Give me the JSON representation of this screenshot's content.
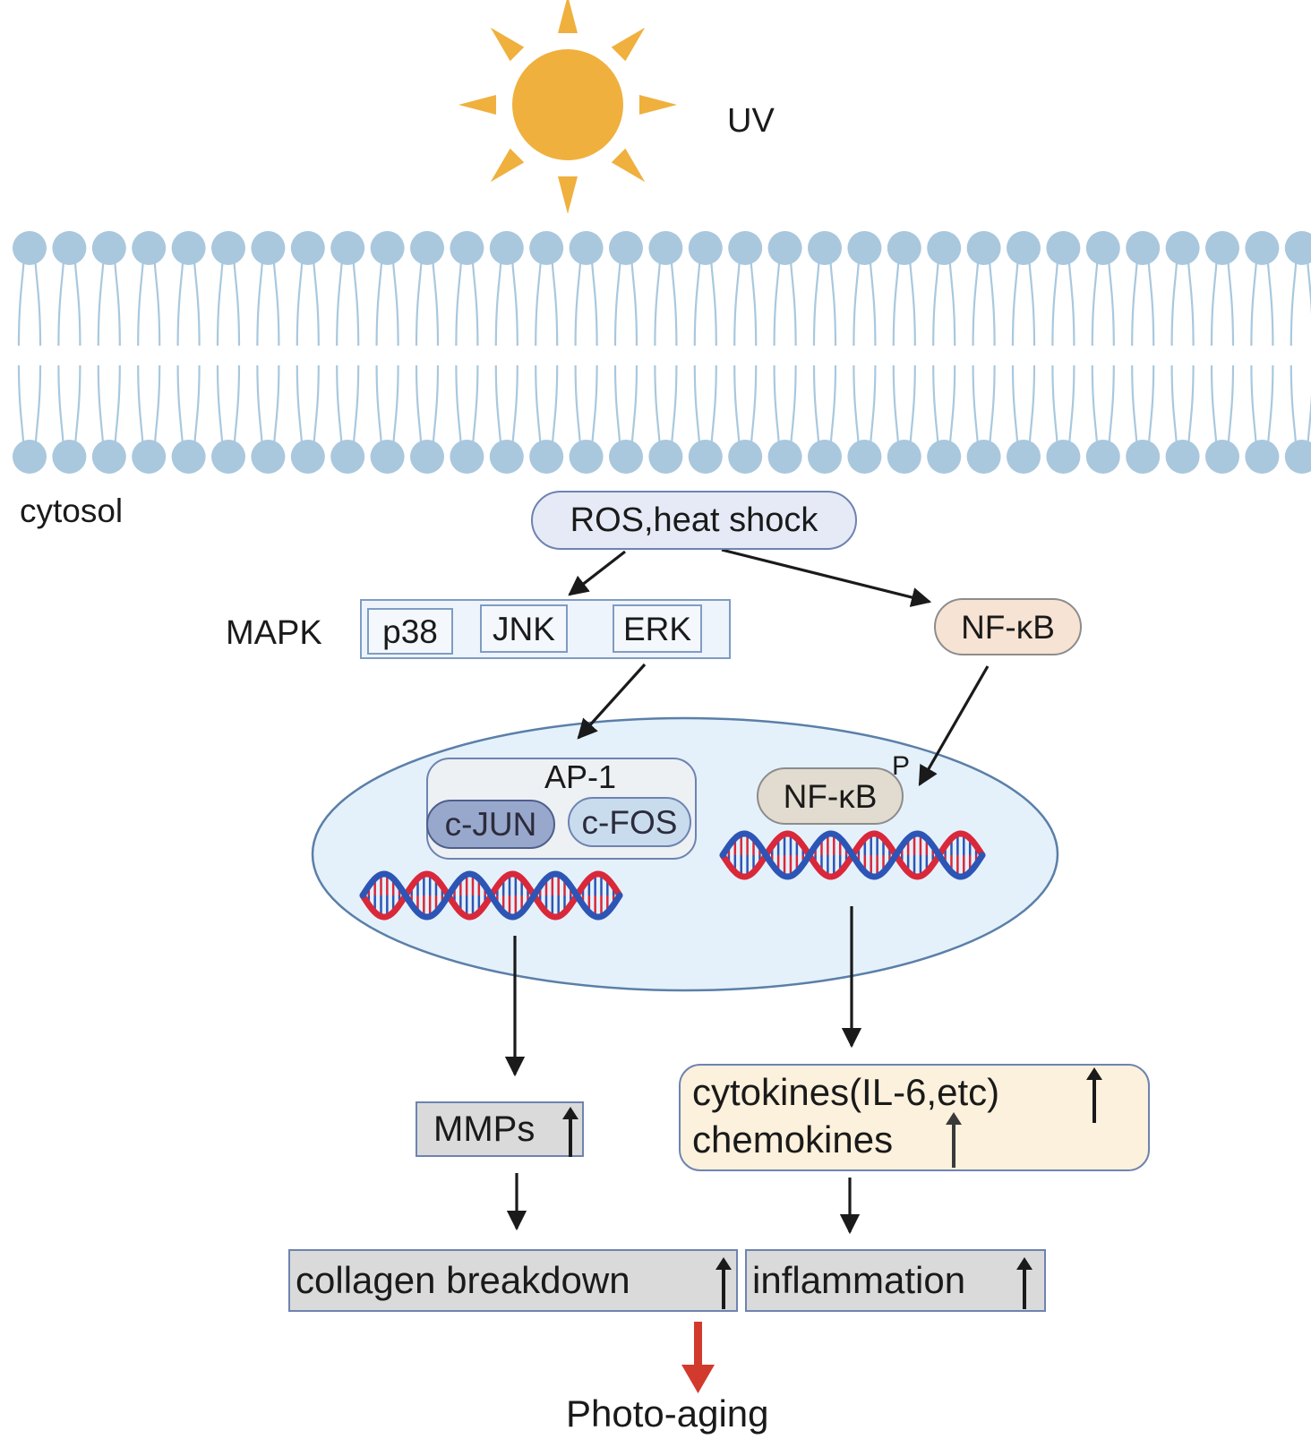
{
  "diagram": {
    "stimulus_label": "UV",
    "compartment_label": "cytosol",
    "nodes": {
      "ros": "ROS,heat shock",
      "mapk": "MAPK",
      "p38": "p38",
      "jnk": "JNK",
      "erk": "ERK",
      "nfkb": "NF-κB",
      "nfkb_nuclear": "NF-κB",
      "phospho": "P",
      "ap1": "AP-1",
      "cjun": "c-JUN",
      "cfos": "c-FOS",
      "mmps": "MMPs",
      "cytokines": "cytokines(IL-6,etc)",
      "chemokines": "chemokines",
      "collagen": "collagen breakdown",
      "inflammation": "inflammation",
      "outcome": "Photo-aging"
    },
    "edges": [
      {
        "from": "ros",
        "to": "mapk"
      },
      {
        "from": "ros",
        "to": "nfkb"
      },
      {
        "from": "erk",
        "to": "ap1"
      },
      {
        "from": "nfkb",
        "to": "nfkb_nuclear"
      },
      {
        "from": "ap1",
        "to": "mmps"
      },
      {
        "from": "nfkb_nuclear",
        "to": "cytokines"
      },
      {
        "from": "mmps",
        "to": "collagen"
      },
      {
        "from": "cytokines",
        "to": "inflammation"
      },
      {
        "from": "collagen",
        "to": "outcome"
      }
    ],
    "colors": {
      "sun": "#F0B03E",
      "membrane": "#A9C8DE",
      "nucleus_fill": "#E4F1FB",
      "nucleus_stroke": "#5B7FA8",
      "ros_fill": "#E6EAF6",
      "nfkb_fill": "#F7E3D3",
      "nfkb_nuclear_fill": "#E2DBD0",
      "cjun_fill": "#98A8CC",
      "cfos_fill": "#C9DCEE",
      "cytokine_fill": "#FCF1DC",
      "grey_box": "#DADADA",
      "dna_red": "#D9283A",
      "dna_blue": "#2C55B5",
      "outcome_arrow": "#D33A2E"
    }
  }
}
